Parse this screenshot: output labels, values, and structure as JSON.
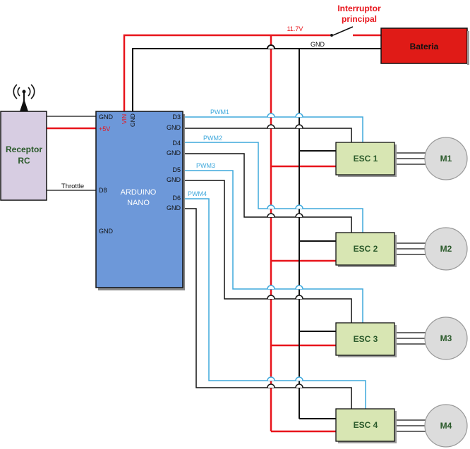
{
  "switch": {
    "title_line1": "Interruptor",
    "title_line2": "principal"
  },
  "battery": {
    "label": "Bateria"
  },
  "rails": {
    "voltage_label": "11.7V",
    "gnd_label": "GND"
  },
  "receiver": {
    "label_line1": "Receptor",
    "label_line2": "RC"
  },
  "arduino": {
    "label_line1": "ARDUINO",
    "label_line2": "NANO",
    "left_pins": {
      "gnd_top": "GND",
      "plus5v": "+5V",
      "d8": "D8",
      "gnd_bottom": "GND"
    },
    "top_pins": {
      "vin": "VIN",
      "gnd": "GND"
    },
    "right_pins": [
      {
        "data": "D3",
        "gnd": "GND"
      },
      {
        "data": "D4",
        "gnd": "GND"
      },
      {
        "data": "D5",
        "gnd": "GND"
      },
      {
        "data": "D6",
        "gnd": "GND"
      }
    ]
  },
  "throttle_label": "Throttle",
  "channels": [
    {
      "pwm": "PWM1",
      "esc": "ESC 1",
      "motor": "M1"
    },
    {
      "pwm": "PWM2",
      "esc": "ESC 2",
      "motor": "M2"
    },
    {
      "pwm": "PWM3",
      "esc": "ESC 3",
      "motor": "M3"
    },
    {
      "pwm": "PWM4",
      "esc": "ESC 4",
      "motor": "M4"
    }
  ],
  "colors": {
    "red": "#e8141b",
    "black": "#111111",
    "blue": "#3ea8dc",
    "arduino_fill": "#6d98d9",
    "receiver_fill": "#d7cde2",
    "esc_fill": "#d8e6b3",
    "battery_fill": "#e01b17",
    "motor_fill": "#dcdcdc",
    "label_green": "#2b5a2b",
    "title_red": "#e8141b"
  }
}
